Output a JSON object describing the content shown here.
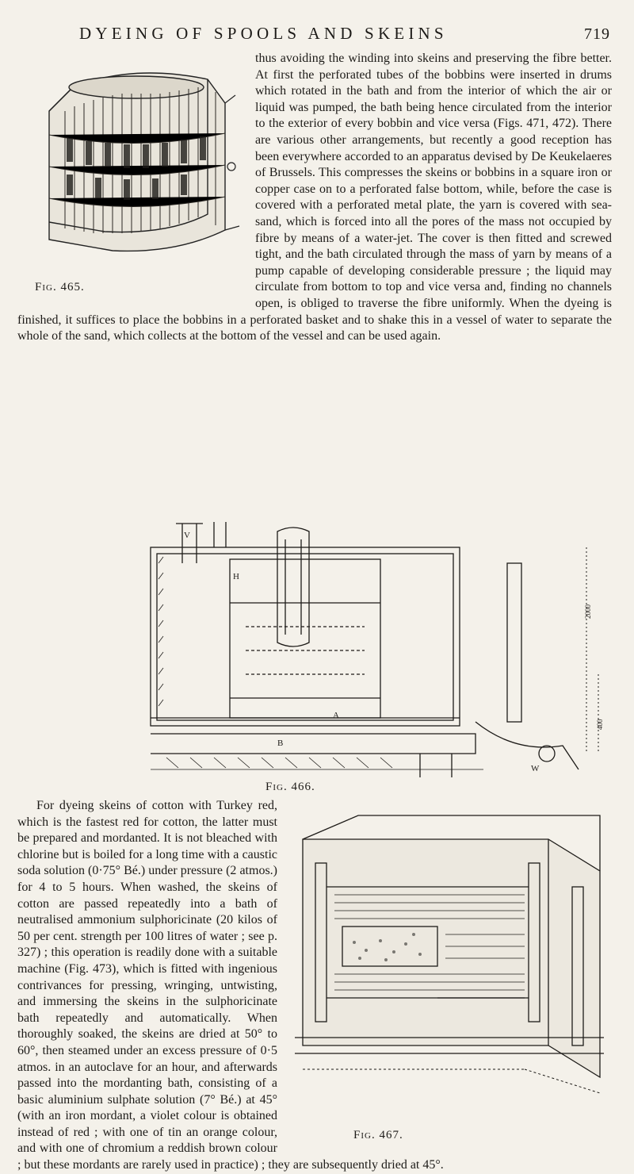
{
  "header": {
    "title": "DYEING OF SPOOLS AND SKEINS",
    "page_number": "719"
  },
  "body": {
    "paragraph_1": "thus avoiding the winding into skeins and preserving the fibre better. At first the perforated tubes of the bobbins were inserted in drums which rotated in the bath and from the interior of which the air or liquid was pumped, the bath being hence circulated from the interior to the exterior of every bobbin and vice versa (Figs. 471, 472). There are various other arrangements, but recently a good reception has been everywhere accorded to an apparatus devised by De Keukelaeres of Brussels. This compresses the skeins or bobbins in a square iron or copper case on to a perforated false bottom, while, before the case is covered with a perforated metal plate, the yarn is covered with sea-sand, which is forced into all the pores of the mass not occupied by fibre by means of a water-jet. The cover is then fitted and screwed tight, and the bath circulated through the mass of yarn by means of a pump capable of developing considerable pressure ; the liquid may circulate from bottom to top and vice versa and, finding no channels open, is obliged to traverse the fibre uniformly. When the dyeing is finished, it suffices to place the bobbins in a perforated basket and to shake this in a vessel of water to separate the whole of the sand, which collects at the bottom of the vessel and can be used again.",
    "paragraph_2": "For dyeing skeins of cotton with Turkey red, which is the fastest red for cotton, the latter must be prepared and mordanted. It is not bleached with chlorine but is boiled for a long time with a caustic soda solution (0·75° Bé.) under pressure (2 atmos.) for 4 to 5 hours. When washed, the skeins of cotton are passed repeatedly into a bath of neutralised ammonium sulphoricinate (20 kilos of 50 per cent. strength per 100 litres of water ; see p. 327) ; this operation is readily done with a suitable machine (Fig. 473), which is fitted with ingenious contrivances for pressing, wringing, untwisting, and immersing the skeins in the sulphoricinate bath repeatedly and automatically. When thoroughly soaked, the skeins are dried at 50° to 60°, then steamed under an excess pressure of 0·5 atmos. in an autoclave for an hour, and afterwards passed into the mordanting bath, consisting of a basic aluminium sulphate solution (7° Bé.) at 45° (with an iron mordant, a violet colour is obtained instead of red ; with one of tin an orange colour, and with one of chromium a reddish brown colour ; but these mordants are rarely used in practice) ; they are subsequently dried at 45°."
  },
  "figures": {
    "fig465_caption": "Fig. 465.",
    "fig466_caption": "Fig. 466.",
    "fig467_caption": "Fig. 467.",
    "fig466_labels": {
      "letter_h": "H",
      "letter_a": "A",
      "letter_b": "B",
      "letter_w": "W",
      "letter_v": "V",
      "dim_1": "2000",
      "dim_2": "400"
    }
  }
}
